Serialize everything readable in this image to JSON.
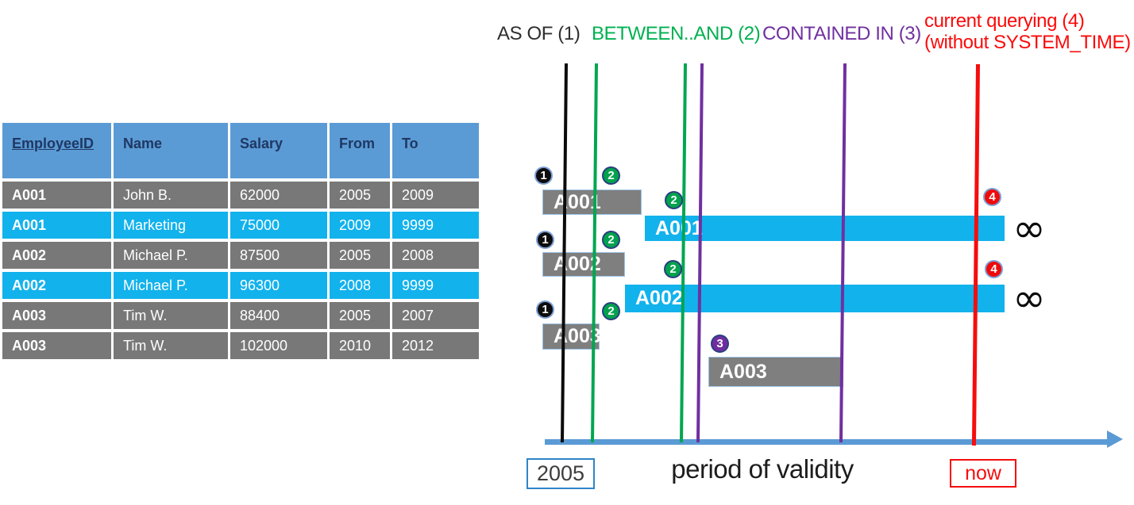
{
  "legend": {
    "as_of": "AS OF (1)",
    "between_and": "BETWEEN..AND (2)",
    "contained_in": "CONTAINED IN (3)",
    "current_line1": "current querying (4)",
    "current_line2": "(without SYSTEM_TIME)"
  },
  "table": {
    "headers": [
      "EmployeeID",
      "Name",
      "Salary",
      "From",
      "To"
    ],
    "rows": [
      [
        "A001",
        "John B.",
        "62000",
        "2005",
        "2009"
      ],
      [
        "A001",
        "Marketing",
        "75000",
        "2009",
        "9999"
      ],
      [
        "A002",
        "Michael P.",
        "87500",
        "2005",
        "2008"
      ],
      [
        "A002",
        "Michael P.",
        "96300",
        "2008",
        "9999"
      ],
      [
        "A003",
        "Tim W.",
        "88400",
        "2005",
        "2007"
      ],
      [
        "A003",
        "Tim W.",
        "102000",
        "2010",
        "2012"
      ]
    ],
    "highlighted_row_indexes": [
      1,
      3
    ]
  },
  "timeline": {
    "bars": [
      {
        "label": "A001",
        "style": "closed-period"
      },
      {
        "label": "A001",
        "style": "open-ended"
      },
      {
        "label": "A002",
        "style": "closed-period"
      },
      {
        "label": "A002",
        "style": "open-ended"
      },
      {
        "label": "A003",
        "style": "closed-period"
      },
      {
        "label": "A003",
        "style": "closed-period"
      }
    ],
    "markers": [
      {
        "label": "1",
        "query": "as-of"
      },
      {
        "label": "2",
        "query": "between-and"
      },
      {
        "label": "2",
        "query": "between-and"
      },
      {
        "label": "1",
        "query": "as-of"
      },
      {
        "label": "2",
        "query": "between-and"
      },
      {
        "label": "2",
        "query": "between-and"
      },
      {
        "label": "1",
        "query": "as-of"
      },
      {
        "label": "2",
        "query": "between-and"
      },
      {
        "label": "3",
        "query": "contained-in"
      },
      {
        "label": "4",
        "query": "current"
      },
      {
        "label": "4",
        "query": "current"
      }
    ],
    "infinity_symbol": "∞",
    "axis": {
      "start_label": "2005",
      "title": "period of validity",
      "now_label": "now"
    }
  },
  "colors": {
    "header_blue": "#5B9BD5",
    "header_text_navy": "#1F3864",
    "row_gray": "#787878",
    "highlight_cyan": "#12B2EC",
    "bar_gray": "#7f7f7f",
    "green": "#00A651",
    "purple": "#7030A0",
    "red": "#F50D0D",
    "axis_blue": "#5B9BD5"
  }
}
